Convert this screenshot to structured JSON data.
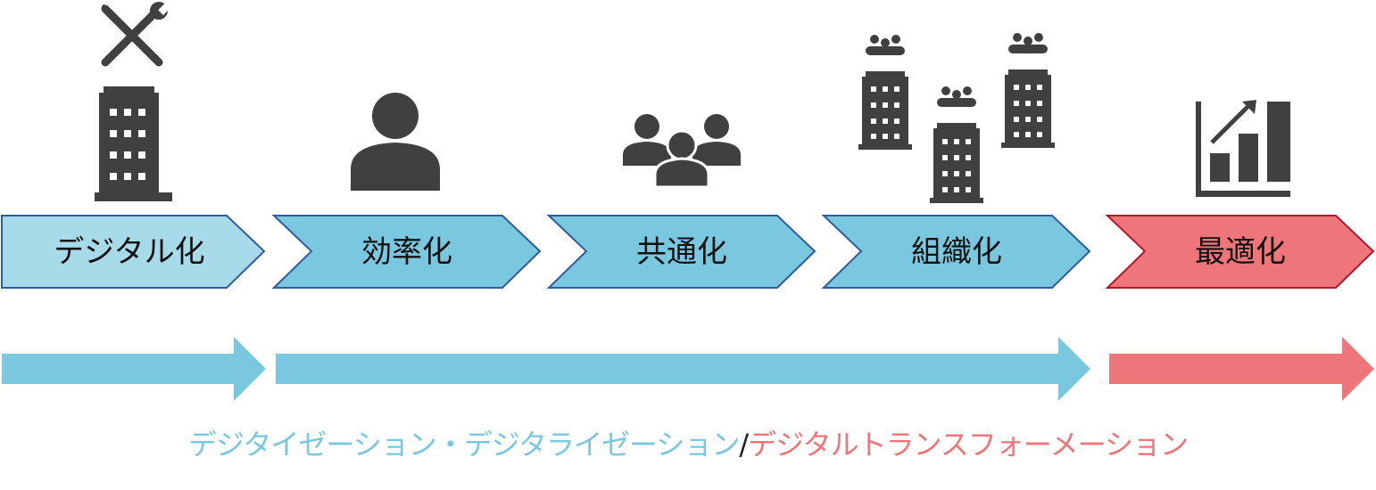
{
  "steps": [
    {
      "label": "デジタル化",
      "icon": "tools-building-icon",
      "fill": "#a8dbe9",
      "stroke": "#2e5c9c"
    },
    {
      "label": "効率化",
      "icon": "person-icon",
      "fill": "#79c8df",
      "stroke": "#2e5c9c"
    },
    {
      "label": "共通化",
      "icon": "people-group-icon",
      "fill": "#79c8df",
      "stroke": "#2e5c9c"
    },
    {
      "label": "組織化",
      "icon": "organization-buildings-icon",
      "fill": "#79c8df",
      "stroke": "#2e5c9c"
    },
    {
      "label": "最適化",
      "icon": "growth-chart-icon",
      "fill": "#ee7579",
      "stroke": "#b3172b"
    }
  ],
  "flow_arrows": [
    {
      "color": "#79c8df"
    },
    {
      "color": "#79c8df"
    },
    {
      "color": "#ee7579"
    }
  ],
  "caption": {
    "part1": "デジタイゼーション・デジタライゼーション",
    "separator": "/",
    "part2": "デジタルトランスフォーメーション",
    "color1": "#79c8df",
    "color_sep": "#222222",
    "color2": "#ee7579"
  },
  "icon_color": "#404040"
}
